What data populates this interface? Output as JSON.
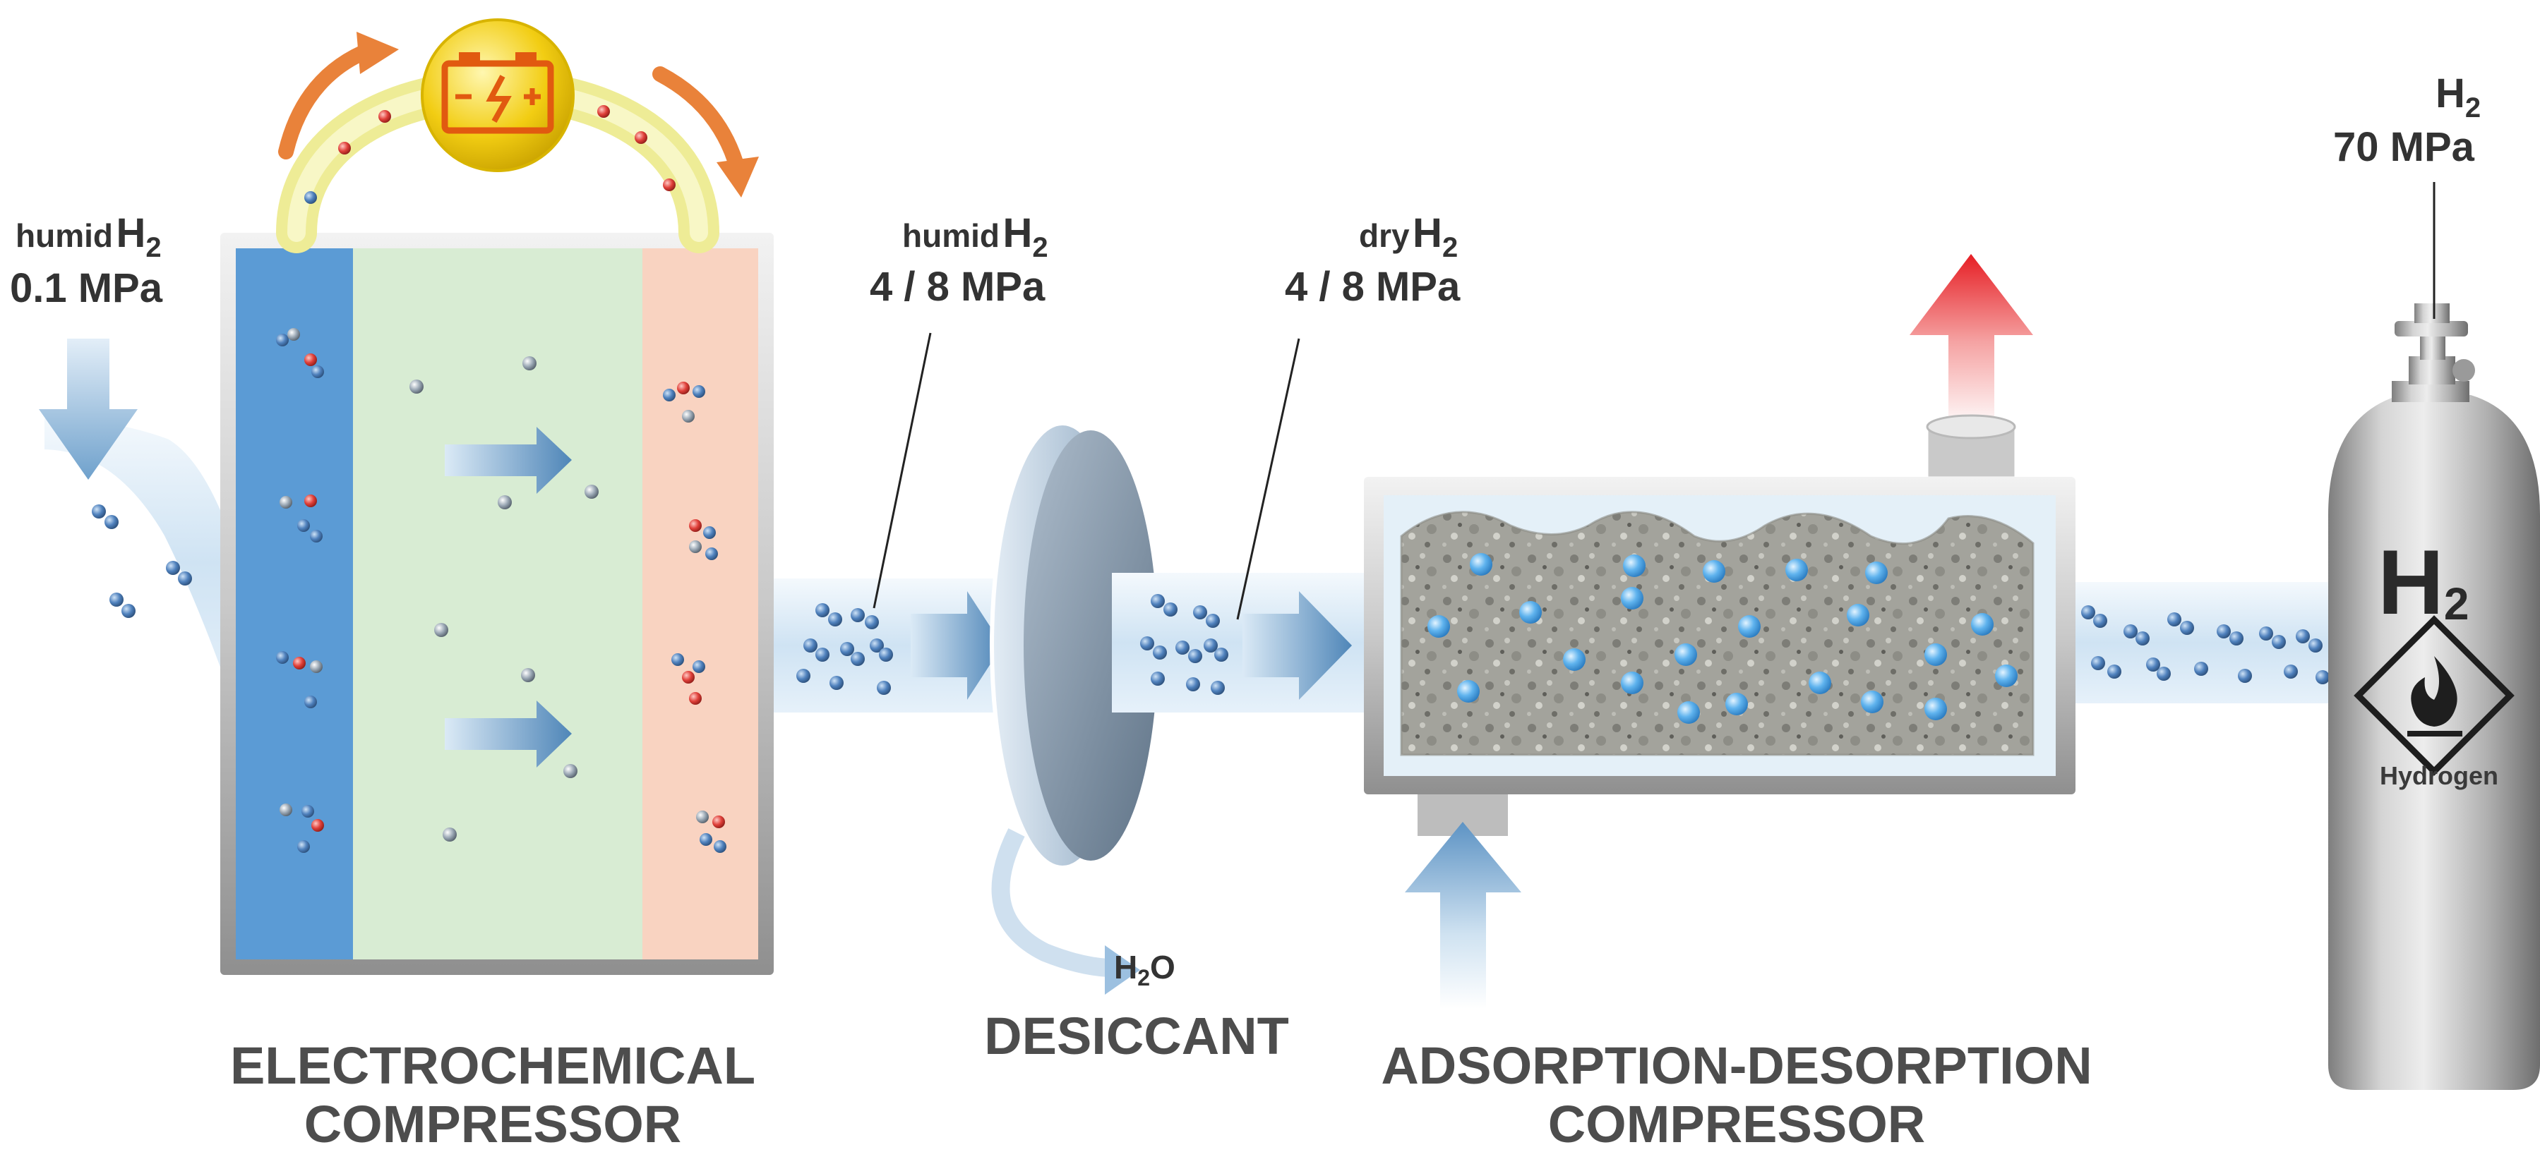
{
  "labels": {
    "inlet": {
      "prefix": "humid",
      "gas": "H",
      "sub": "2",
      "pressure": "0.1 MPa"
    },
    "after_ec": {
      "prefix": "humid",
      "gas": "H",
      "sub": "2",
      "pressure": "4 / 8 MPa"
    },
    "after_desiccant": {
      "prefix": "dry",
      "gas": "H",
      "sub": "2",
      "pressure": "4 / 8 MPa"
    },
    "tank": {
      "gas": "H",
      "sub": "2",
      "pressure": "70 MPa"
    },
    "water": {
      "gas": "H",
      "sub": "2",
      "tail": "O"
    }
  },
  "components": {
    "electrochemical": {
      "line1": "ELECTROCHEMICAL",
      "line2": "COMPRESSOR"
    },
    "desiccant": {
      "line1": "DESICCANT"
    },
    "adsorption": {
      "line1": "ADSORPTION-DESORPTION",
      "line2": "COMPRESSOR"
    }
  },
  "cylinder": {
    "formula": "H",
    "formula_sub": "2",
    "name": "Hydrogen"
  },
  "colors": {
    "anode": "#5b9bd5",
    "membrane": "#d8ecd3",
    "cathode": "#f9d3c1",
    "pipe": "#cfe3f3",
    "molecule_blue": "#4f81bd",
    "oxygen_red": "#e0403a",
    "heat_arrow": "#e8282a",
    "battery": "#f0c400",
    "cylinder": "#a9a9a9"
  },
  "icons": {
    "battery": "battery-icon",
    "flame": "flammable-diamond-icon"
  }
}
